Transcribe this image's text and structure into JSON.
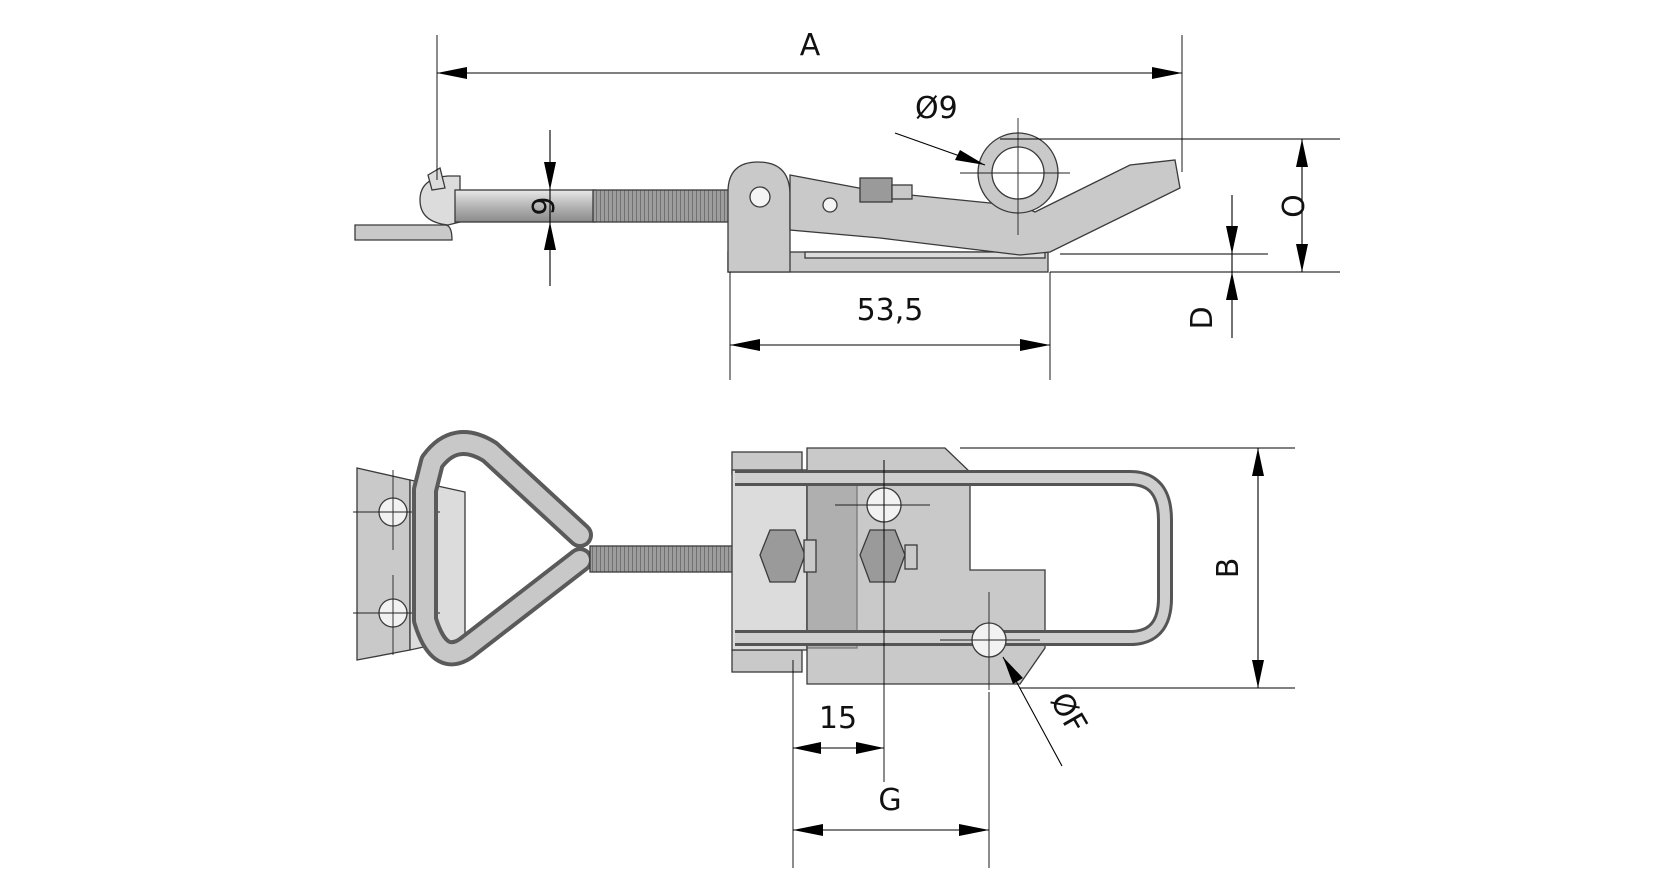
{
  "dimensions": {
    "A": "A",
    "dia9": "Ø9",
    "six": "6",
    "O": "O",
    "D": "D",
    "len53": "53,5",
    "B": "B",
    "fifteen": "15",
    "G": "G",
    "diaF": "ØF"
  },
  "colors": {
    "metal": "#c9c9c9",
    "line": "#000000",
    "background": "#ffffff"
  }
}
